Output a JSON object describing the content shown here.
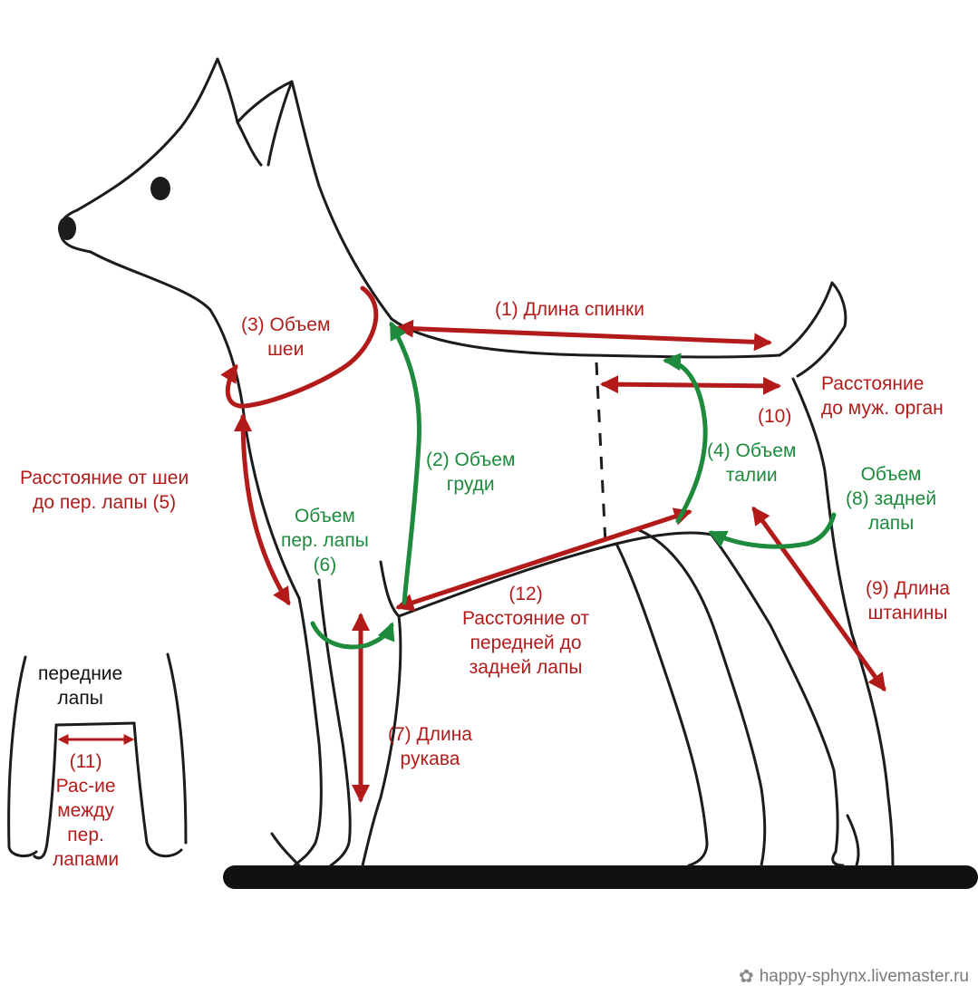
{
  "labels": {
    "back_length": "(1) Длина спинки",
    "chest": "(2) Объем\nгруди",
    "neck": "(3) Объем\nшеи",
    "waist": "(4) Объем\nталии",
    "neck_to_front_paw": "Расстояние от шеи\nдо пер. лапы (5)",
    "front_paw_volume": "Объем\nпер. лапы\n(6)",
    "sleeve_length": "(7) Длина\nрукава",
    "hind_paw_volume": "Объем\n(8) задней\nлапы",
    "pant_length": "(9) Длина\nштанины",
    "to_male_organ_num": "(10)",
    "to_male_organ": "Расстояние\nдо муж. орган",
    "front_paws_title": "передние\nлапы",
    "between_paws": "(11)\nРас-ие\nмежду\nпер.\nлапами",
    "front_to_hind": "(12)\nРасстояние от\nпередней до\nзадней лапы"
  },
  "watermark": {
    "icon": "gear-flower-icon",
    "text": "happy-sphynx.livemaster.ru"
  },
  "colors": {
    "red": "#b31b1b",
    "green": "#1d8a3c",
    "outline": "#1c1c1c",
    "ground": "#111111"
  }
}
